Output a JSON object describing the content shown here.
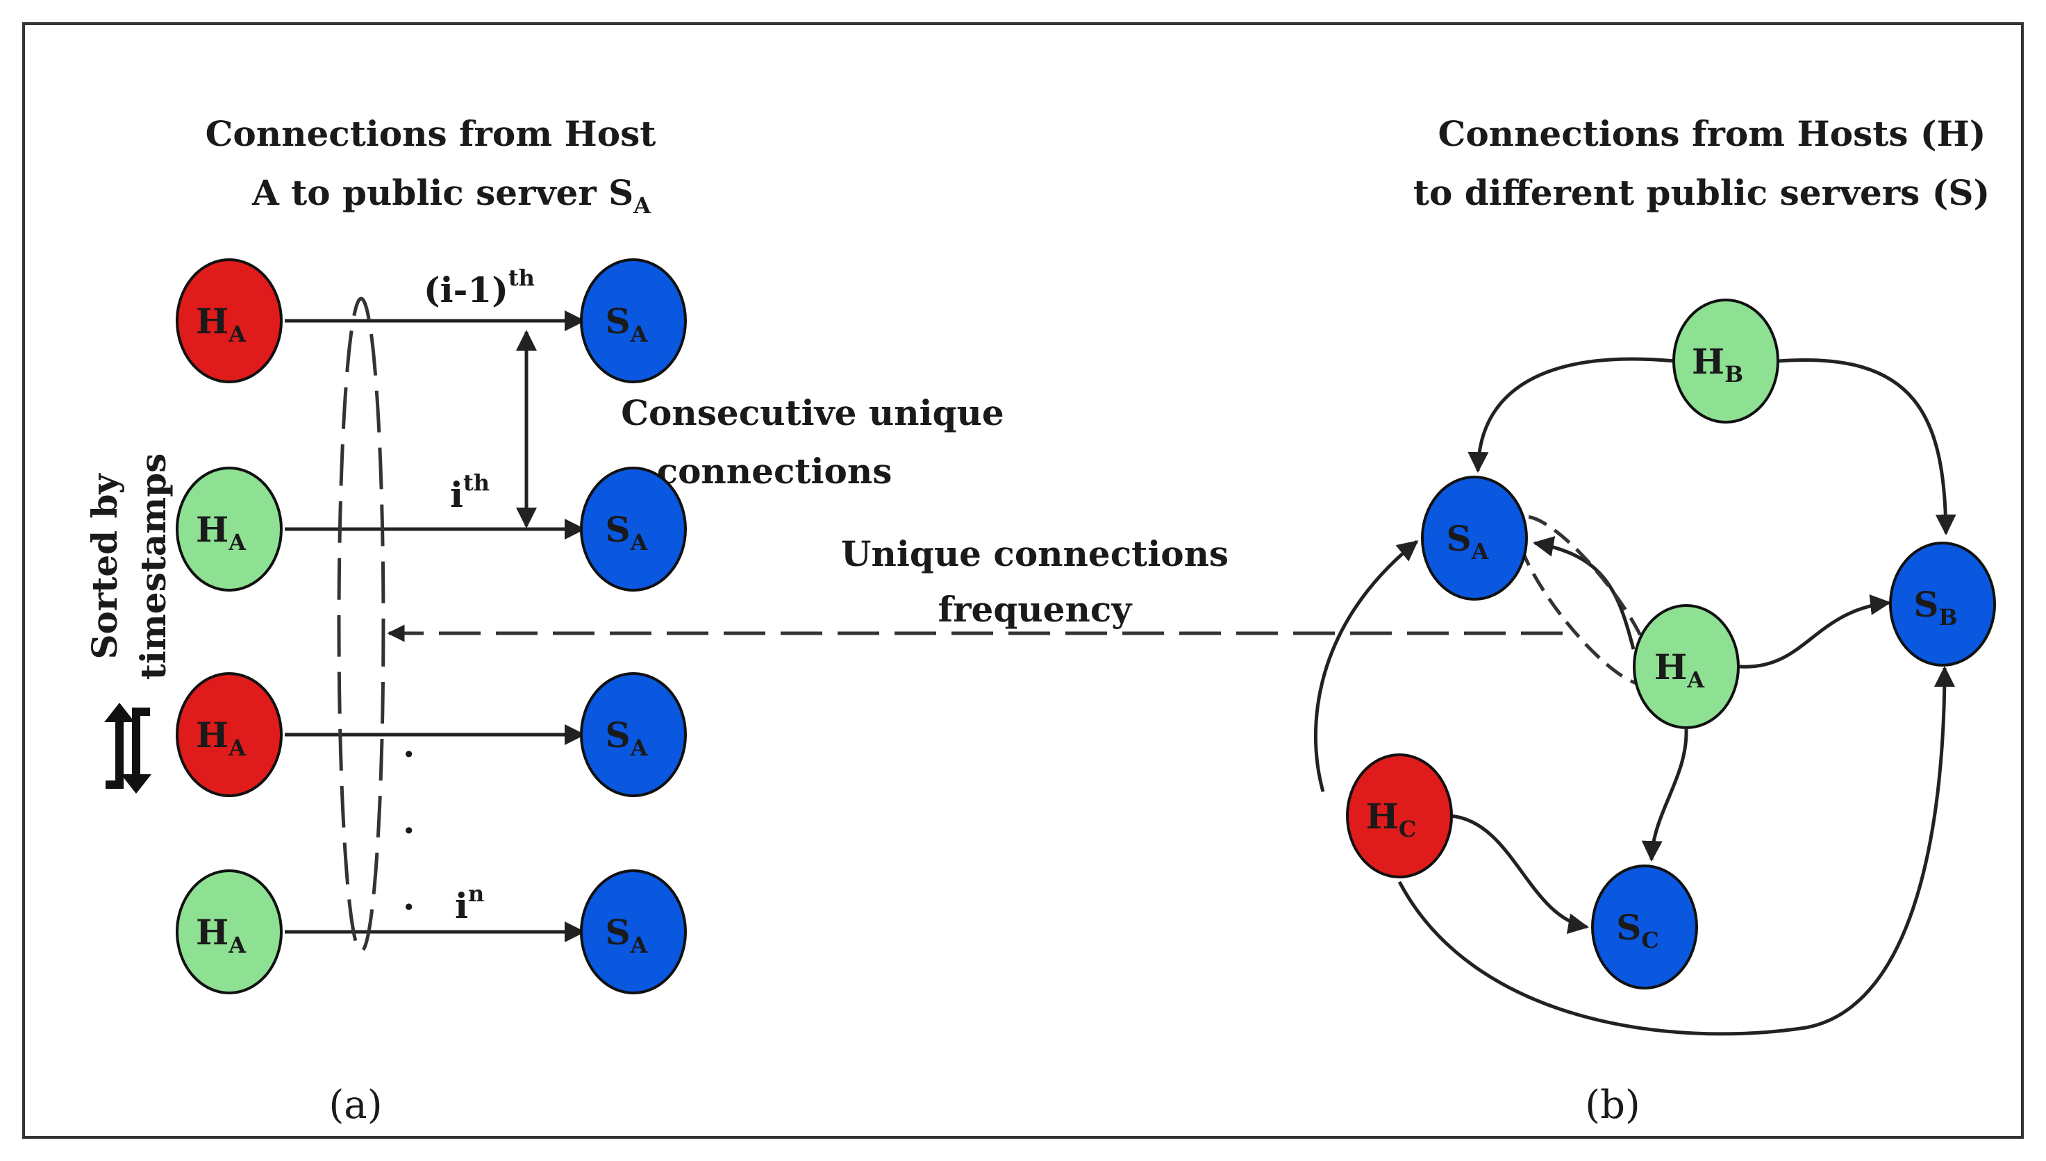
{
  "colors": {
    "host_red": "#e01b1b",
    "host_green": "#8ee093",
    "server_blue": "#0a57e0"
  },
  "panel_a": {
    "title_line1": "Connections from Host",
    "title_line2_main": "A to public server S",
    "title_line2_sub": "A",
    "caption": "(a)",
    "side_label_line1": "Sorted by",
    "side_label_line2": "timestamps",
    "row1_label_main": "(i-1)",
    "row1_label_sup": "th",
    "row2_label_main": "i",
    "row2_label_sup": "th",
    "row4_label_main": "i",
    "row4_label_sup": "n",
    "consecutive_line1": "Consecutive unique",
    "consecutive_line2": "connections",
    "dots": ".",
    "rows": [
      {
        "host": "H",
        "host_sub": "A",
        "host_color": "red",
        "server": "S",
        "server_sub": "A"
      },
      {
        "host": "H",
        "host_sub": "A",
        "host_color": "green",
        "server": "S",
        "server_sub": "A"
      },
      {
        "host": "H",
        "host_sub": "A",
        "host_color": "red",
        "server": "S",
        "server_sub": "A"
      },
      {
        "host": "H",
        "host_sub": "A",
        "host_color": "green",
        "server": "S",
        "server_sub": "A"
      }
    ]
  },
  "panel_b": {
    "title_line1": "Connections from Hosts (H)",
    "title_line2": "to different public servers (S)",
    "caption": "(b)",
    "nodes": {
      "HB": {
        "main": "H",
        "sub": "B"
      },
      "SA": {
        "main": "S",
        "sub": "A"
      },
      "SB": {
        "main": "S",
        "sub": "B"
      },
      "HA": {
        "main": "H",
        "sub": "A"
      },
      "HC": {
        "main": "H",
        "sub": "C"
      },
      "SC": {
        "main": "S",
        "sub": "C"
      }
    }
  },
  "middle": {
    "freq_line1": "Unique connections",
    "freq_line2": "frequency"
  }
}
